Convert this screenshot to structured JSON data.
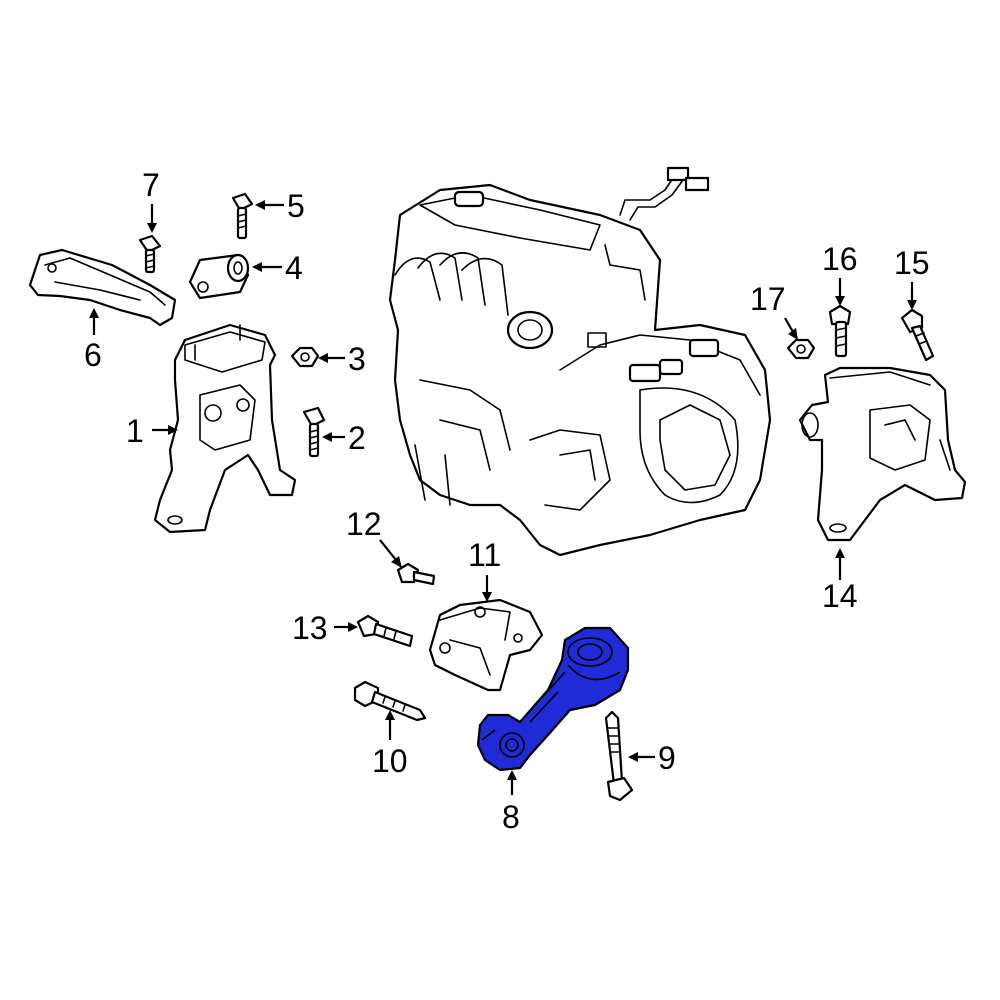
{
  "callouts": [
    {
      "id": "1",
      "label": "1"
    },
    {
      "id": "2",
      "label": "2"
    },
    {
      "id": "3",
      "label": "3"
    },
    {
      "id": "4",
      "label": "4"
    },
    {
      "id": "5",
      "label": "5"
    },
    {
      "id": "6",
      "label": "6"
    },
    {
      "id": "7",
      "label": "7"
    },
    {
      "id": "8",
      "label": "8"
    },
    {
      "id": "9",
      "label": "9"
    },
    {
      "id": "10",
      "label": "10"
    },
    {
      "id": "11",
      "label": "11"
    },
    {
      "id": "12",
      "label": "12"
    },
    {
      "id": "13",
      "label": "13"
    },
    {
      "id": "14",
      "label": "14"
    },
    {
      "id": "15",
      "label": "15"
    },
    {
      "id": "16",
      "label": "16"
    },
    {
      "id": "17",
      "label": "17"
    }
  ],
  "highlighted_part": "8",
  "colors": {
    "highlight": "#1e2bd6",
    "line": "#000000",
    "background": "#ffffff"
  }
}
